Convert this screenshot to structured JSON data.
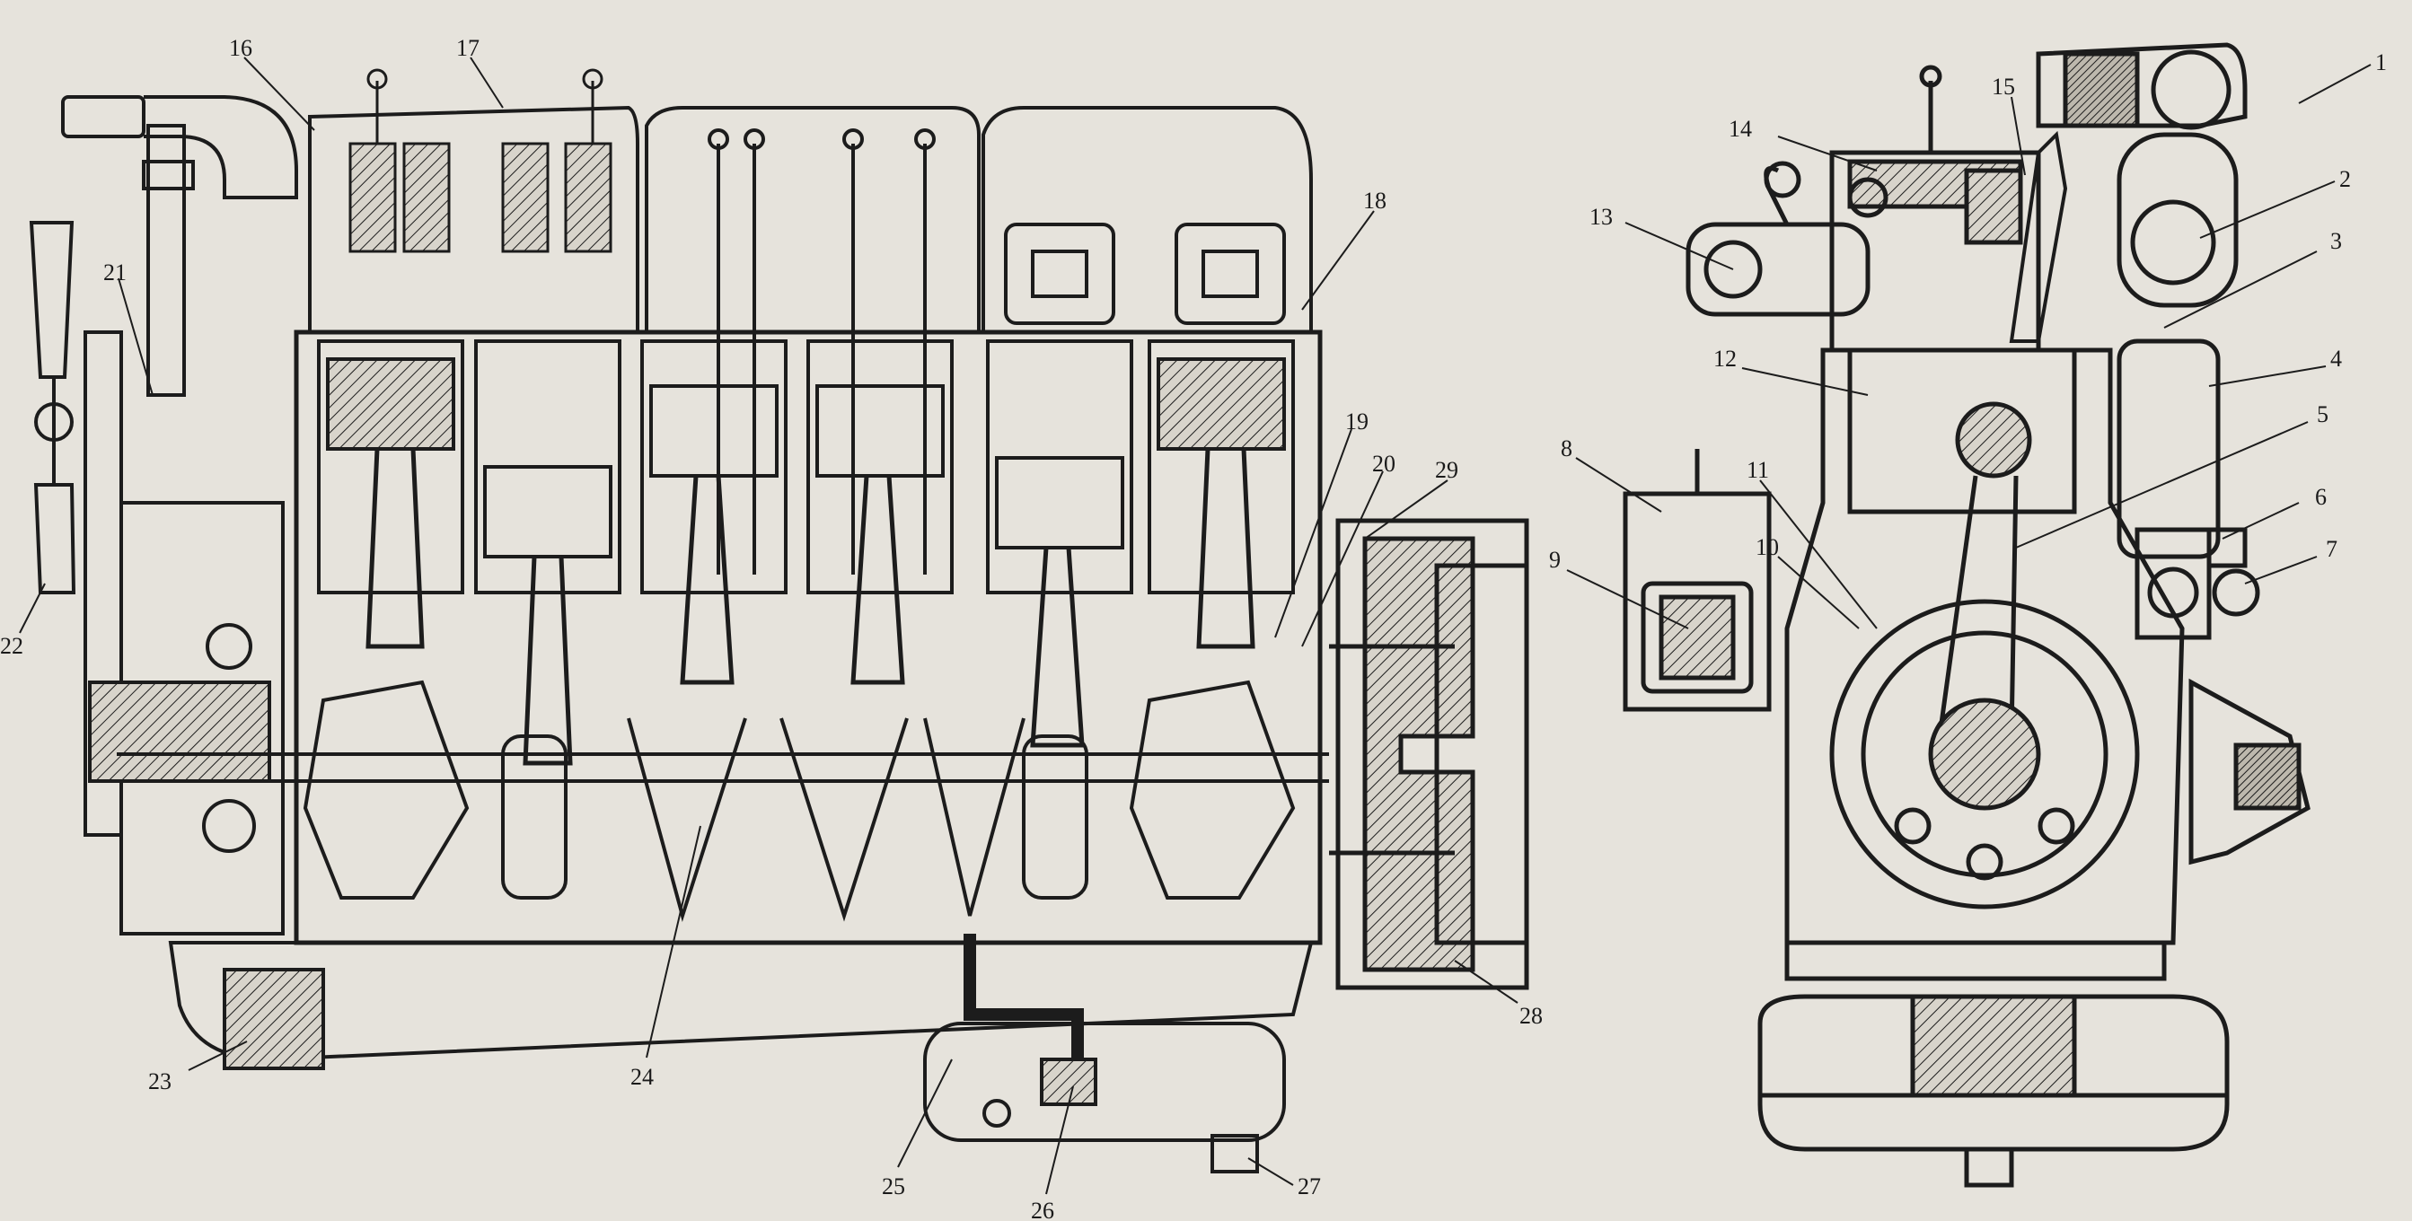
{
  "colors": {
    "paper": "#e6e3dc",
    "ink": "#1c1c1c"
  },
  "callouts": [
    {
      "id": "1",
      "text": "1"
    },
    {
      "id": "2",
      "text": "2"
    },
    {
      "id": "3",
      "text": "3"
    },
    {
      "id": "4",
      "text": "4"
    },
    {
      "id": "5",
      "text": "5"
    },
    {
      "id": "6",
      "text": "6"
    },
    {
      "id": "7",
      "text": "7"
    },
    {
      "id": "8",
      "text": "8"
    },
    {
      "id": "9",
      "text": "9"
    },
    {
      "id": "10",
      "text": "10"
    },
    {
      "id": "11",
      "text": "11"
    },
    {
      "id": "12",
      "text": "12"
    },
    {
      "id": "13",
      "text": "13"
    },
    {
      "id": "14",
      "text": "14"
    },
    {
      "id": "15",
      "text": "15"
    },
    {
      "id": "16",
      "text": "16"
    },
    {
      "id": "17",
      "text": "17"
    },
    {
      "id": "18",
      "text": "18"
    },
    {
      "id": "19",
      "text": "19"
    },
    {
      "id": "20",
      "text": "20"
    },
    {
      "id": "21",
      "text": "21"
    },
    {
      "id": "22",
      "text": "22"
    },
    {
      "id": "23",
      "text": "23"
    },
    {
      "id": "24",
      "text": "24"
    },
    {
      "id": "25",
      "text": "25"
    },
    {
      "id": "26",
      "text": "26"
    },
    {
      "id": "27",
      "text": "27"
    },
    {
      "id": "28",
      "text": "28"
    },
    {
      "id": "29",
      "text": "29"
    }
  ]
}
